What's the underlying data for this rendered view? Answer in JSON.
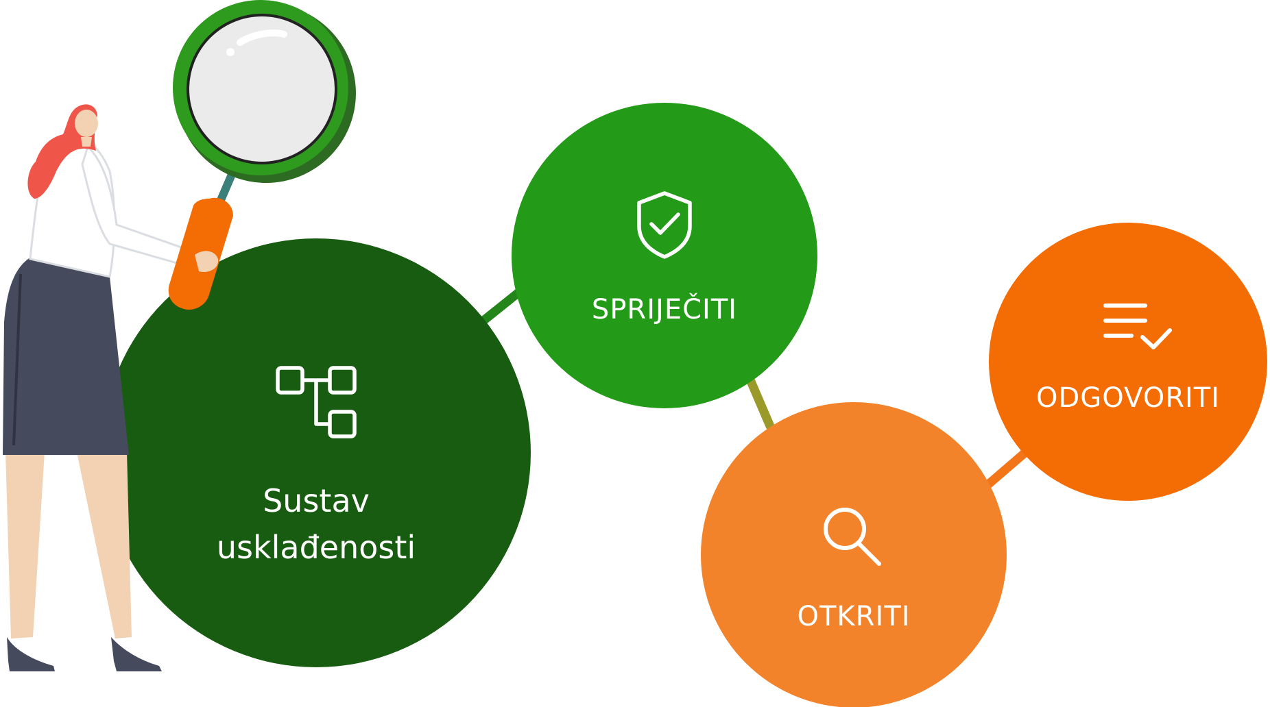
{
  "nodes": {
    "main": {
      "label_line1": "Sustav",
      "label_line2": "usklađenosti",
      "icon": "flowchart-icon",
      "color": "#185C12"
    },
    "prevent": {
      "label": "SPRIJEČITI",
      "icon": "shield-check-icon",
      "color": "#239B18"
    },
    "detect": {
      "label": "OTKRITI",
      "icon": "search-icon",
      "color": "#F2832B"
    },
    "respond": {
      "label": "ODGOVORITI",
      "icon": "checklist-icon",
      "color": "#F46C04"
    }
  },
  "connectors": {
    "main_to_prevent": "#23851A",
    "prevent_to_detect": "#9A9A2A",
    "detect_to_respond": "#F27618"
  },
  "illustration": {
    "figure": "woman-with-magnifying-glass-illustration",
    "magnifier_rim": "#2E9A1E",
    "magnifier_handle": "#F46C04"
  }
}
